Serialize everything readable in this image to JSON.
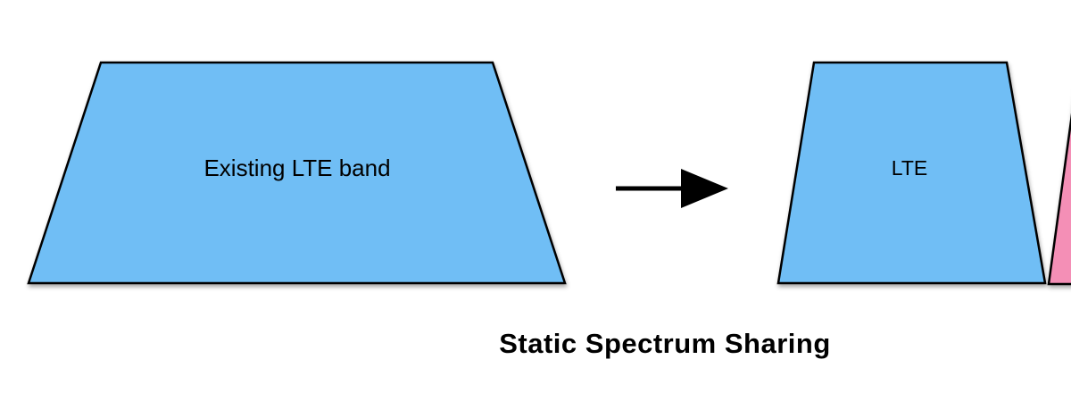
{
  "diagram": {
    "caption": "Static Spectrum Sharing",
    "before": {
      "label": "Existing LTE band"
    },
    "after": {
      "lte_label": "LTE"
    },
    "colors": {
      "lte_band": "#6FBEF5",
      "shared_band_pink": "#F48FB6",
      "outline": "#000000",
      "arrow": "#000000",
      "text": "#000000",
      "background": "#FFFFFF"
    }
  }
}
